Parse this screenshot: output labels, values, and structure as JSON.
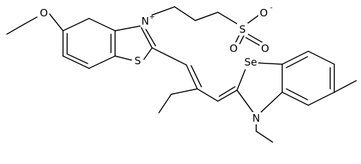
{
  "atoms": {
    "oxygen_ether": "O",
    "nitrogen_benzothiazolium": "N",
    "nitrogen_charge": "+",
    "sulfur_ring": "S",
    "sulfur_sulfonate": "S",
    "oxygen_sulfonate_anion": "O",
    "oxygen_sulfonate_charge": "-",
    "oxygen_sulfonate_1": "O",
    "oxygen_sulfonate_2": "O",
    "selenium": "Se",
    "nitrogen_benzoselenazole": "N"
  }
}
